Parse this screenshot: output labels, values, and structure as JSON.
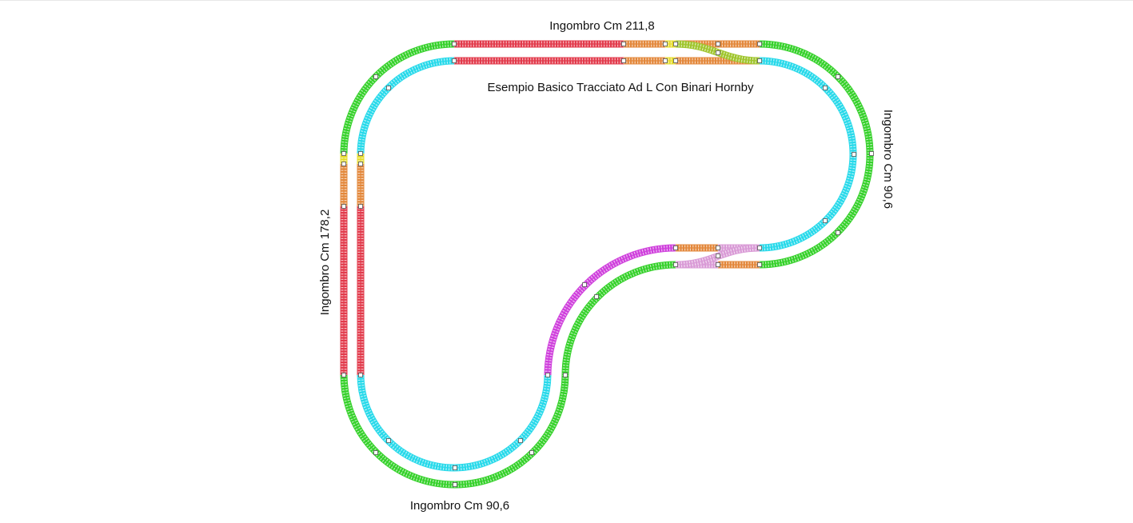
{
  "diagram": {
    "title": "Esempio Basico Tracciato Ad L Con Binari Hornby",
    "dimension_top": "Ingombro Cm 211,8",
    "dimension_left": "Ingombro Cm 178,2",
    "dimension_right": "Ingombro Cm 90,6",
    "dimension_bottom": "Ingombro Cm 90,6"
  },
  "colors": {
    "curve_outer": "#35d12a",
    "curve_inner": "#27d9ea",
    "straight_long": "#e23a4b",
    "straight_short": "#e3873a",
    "straight_tiny": "#e6dc2b",
    "curve_reverse": "#cf3fdc",
    "turnout_right": "#9fc52c",
    "turnout_left": "#d99ad6"
  }
}
